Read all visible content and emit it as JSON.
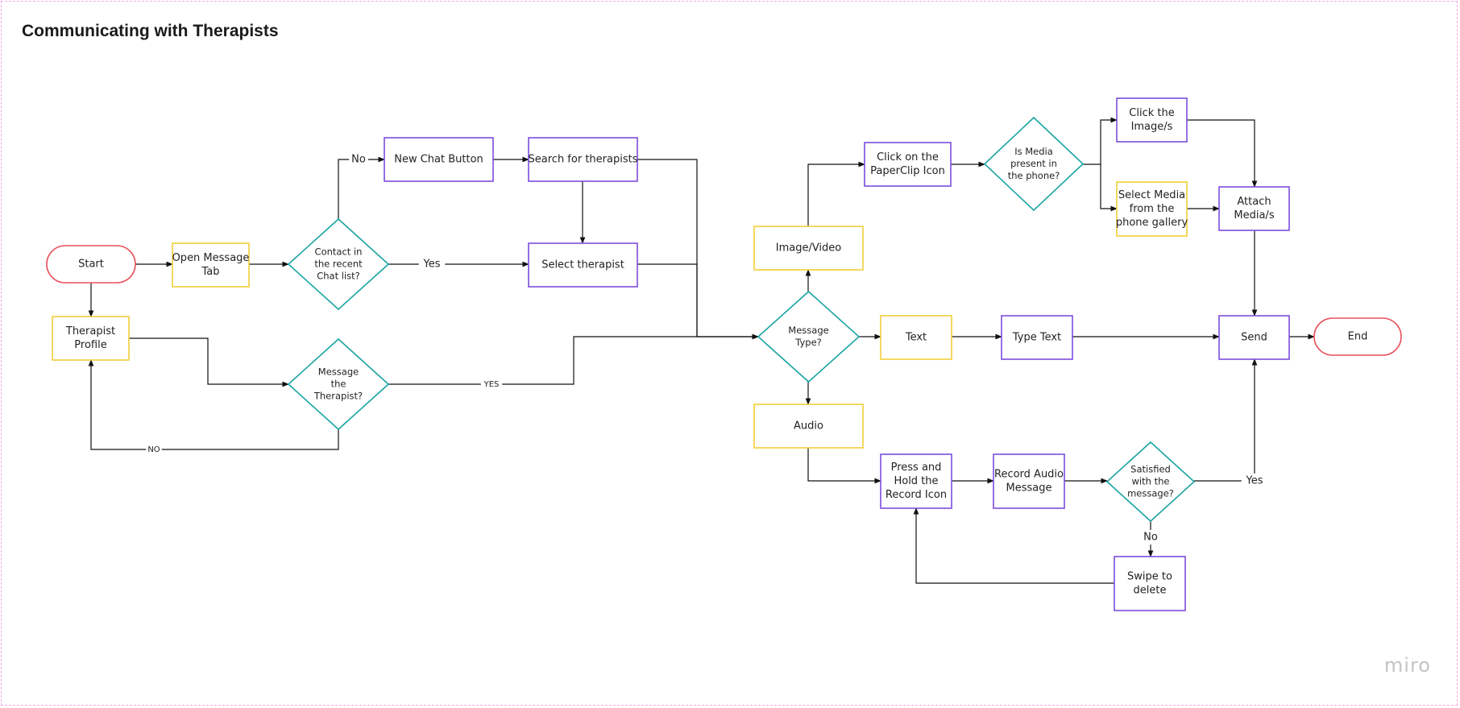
{
  "title": "Communicating with Therapists",
  "watermark": "miro",
  "colors": {
    "process": "#7c4ddd",
    "input": "#f2cf3a",
    "decision": "#1aa3a3",
    "terminal": "#e8505b",
    "frame": "#f0a8e8"
  },
  "nodes": {
    "start": [
      "Start"
    ],
    "open_message_tab": [
      "Open Message",
      "Tab"
    ],
    "therapist_profile": [
      "Therapist",
      "Profile"
    ],
    "contact_recent": [
      "Contact in",
      "the recent",
      "Chat list?"
    ],
    "message_therapist": [
      "Message",
      "the",
      "Therapist?"
    ],
    "new_chat": [
      "New Chat Button"
    ],
    "search_therapists": [
      "Search for therapists"
    ],
    "select_therapist": [
      "Select therapist"
    ],
    "message_type": [
      "Message",
      "Type?"
    ],
    "image_video": [
      "Image/Video"
    ],
    "text": [
      "Text"
    ],
    "audio": [
      "Audio"
    ],
    "paperclip": [
      "Click on the",
      "PaperClip Icon"
    ],
    "media_present": [
      "Is Media",
      "present in",
      "the phone?"
    ],
    "click_image": [
      "Click the",
      "Image/s"
    ],
    "select_media": [
      "Select Media",
      "from the",
      "phone gallery"
    ],
    "attach_media": [
      "Attach",
      "Media/s"
    ],
    "type_text": [
      "Type Text"
    ],
    "send": [
      "Send"
    ],
    "end": [
      "End"
    ],
    "press_hold": [
      "Press and",
      "Hold the",
      "Record Icon"
    ],
    "record_audio": [
      "Record Audio",
      "Message"
    ],
    "satisfied": [
      "Satisfied",
      "with the",
      "message?"
    ],
    "swipe_delete": [
      "Swipe to",
      "delete"
    ]
  },
  "edge_labels": {
    "no_contact": "No",
    "yes_contact": "Yes",
    "yes_message": "YES",
    "no_message": "NO",
    "yes_satisfied": "Yes",
    "no_satisfied": "No"
  }
}
